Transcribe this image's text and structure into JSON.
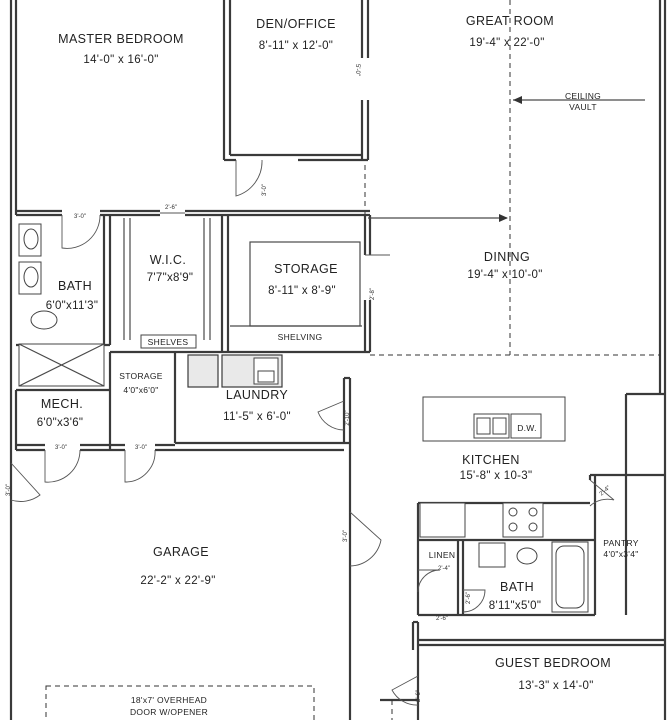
{
  "rooms": {
    "master_bedroom": {
      "name": "MASTER BEDROOM",
      "dim": "14'-0\" x 16'-0\""
    },
    "den_office": {
      "name": "DEN/OFFICE",
      "dim": "8'-11\" x 12'-0\""
    },
    "great_room": {
      "name": "GREAT ROOM",
      "dim": "19'-4\" x 22'-0\""
    },
    "bath_master": {
      "name": "BATH",
      "dim": "6'0\"x11'3\""
    },
    "wic": {
      "name": "W.I.C.",
      "dim": "7'7\"x8'9\""
    },
    "storage_main": {
      "name": "STORAGE",
      "dim": "8'-11\" x 8'-9\""
    },
    "dining": {
      "name": "DINING",
      "dim": "19'-4\" x 10'-0\""
    },
    "storage_small": {
      "name": "STORAGE",
      "dim": "4'0\"x6'0\""
    },
    "laundry": {
      "name": "LAUNDRY",
      "dim": "11'-5\" x 6'-0\""
    },
    "mech": {
      "name": "MECH.",
      "dim": "6'0\"x3'6\""
    },
    "kitchen": {
      "name": "KITCHEN",
      "dim": "15'-8\" x 10-3\""
    },
    "garage": {
      "name": "GARAGE",
      "dim": "22'-2\" x 22'-9\""
    },
    "linen": {
      "name": "LINEN"
    },
    "bath_2": {
      "name": "BATH",
      "dim": "8'11\"x5'0\""
    },
    "pantry": {
      "name": "PANTRY",
      "dim": "4'0\"x3'4\""
    },
    "guest_bedroom": {
      "name": "GUEST BEDROOM",
      "dim": "13'-3\" x 14'-0\""
    }
  },
  "notes": {
    "ceiling_vault_1": "CEILING",
    "ceiling_vault_2": "VAULT",
    "shelves": "SHELVES",
    "shelving": "SHELVING",
    "dw": "D.W.",
    "garage_door_1": "18'x7' OVERHEAD",
    "garage_door_2": "DOOR W/OPENER"
  },
  "door_labels": {
    "bath_door": "3'-0\"",
    "wic_door": "2'-6\"",
    "den_door": "3'-0\"",
    "den_wall": "5'-0\"",
    "storage_door": "2'-8\"",
    "laundry_door": "2'-10\"",
    "mech_door": "3'-0\"",
    "storage_small_door": "3'-0\"",
    "garage_side_door": "3'-0\"",
    "garage_entry_door": "3'-0\"",
    "pantry_door": "2'-4\"",
    "linen_door": "2'-4\"",
    "bath2_door": "2'-6\"",
    "bath2_side": "2'-6\"",
    "guest_door": "2'-6\""
  }
}
